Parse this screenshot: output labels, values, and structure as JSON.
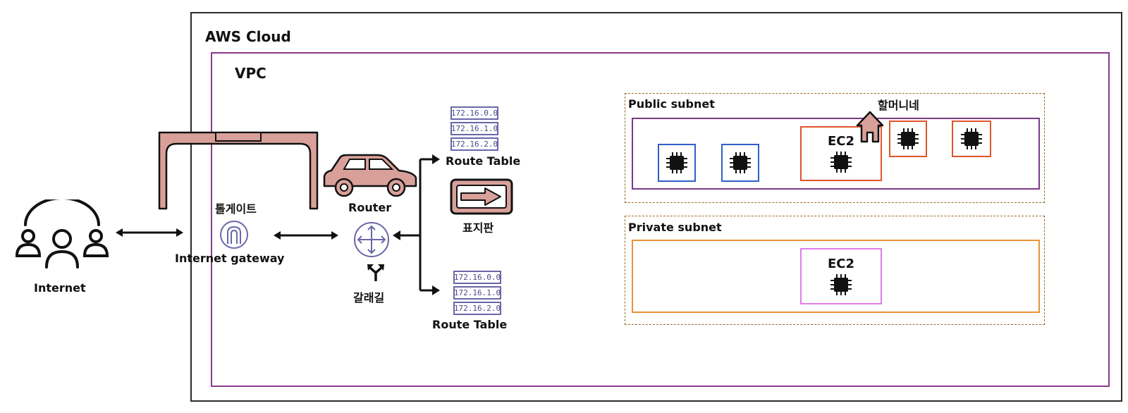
{
  "aws_cloud": {
    "label": "AWS Cloud"
  },
  "vpc": {
    "label": "VPC"
  },
  "internet": {
    "label": "Internet",
    "icon": "users-icon"
  },
  "toll_gate": {
    "label": "톨게이트"
  },
  "internet_gateway": {
    "label": "Internet gateway",
    "icon": "internet-gateway-icon"
  },
  "router": {
    "label": "Router",
    "icon": "router-icon",
    "car_icon": "car-icon"
  },
  "fork_road": {
    "label": "갈래길",
    "icon": "fork-arrow-icon"
  },
  "signpost": {
    "label": "표지판",
    "icon": "arrow-sign-icon"
  },
  "route_table_top": {
    "label": "Route Table",
    "entries": [
      "172.16.0.0",
      "172.16.1.0",
      "172.16.2.0"
    ]
  },
  "route_table_bottom": {
    "label": "Route Table",
    "entries": [
      "172.16.0.0",
      "172.16.1.0",
      "172.16.2.0"
    ]
  },
  "public_subnet": {
    "label": "Public subnet",
    "ec2_label": "EC2",
    "house_label": "할머니네"
  },
  "private_subnet": {
    "label": "Private subnet",
    "ec2_label": "EC2"
  },
  "colors": {
    "vpc_border": "#8a3a8c",
    "instance_blue": "#2f5fc8",
    "instance_orange": "#e0542a",
    "instance_magenta": "#e07ce8",
    "private_border": "#e8923a",
    "brand_pink": "#d9a09a",
    "route_table": "#6a66a8"
  }
}
